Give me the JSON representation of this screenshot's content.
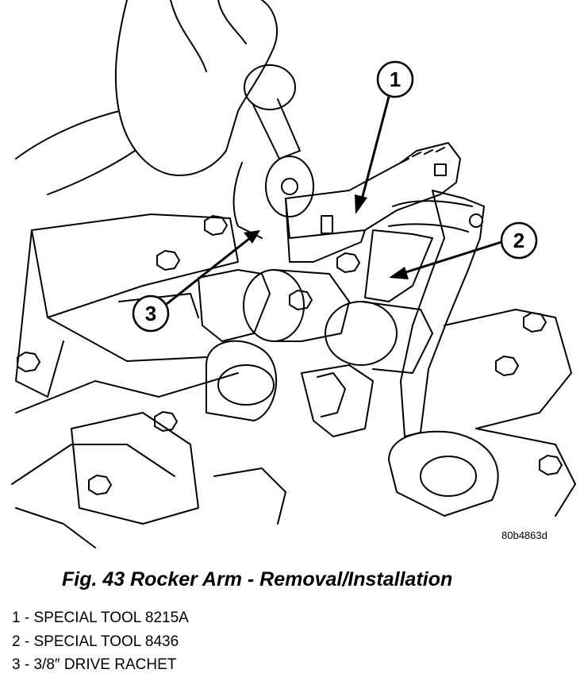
{
  "figure": {
    "image_code": "80b4863d",
    "caption": "Fig. 43 Rocker Arm - Removal/Installation"
  },
  "callouts": [
    {
      "number": "1",
      "label": "SPECIAL TOOL 8215A"
    },
    {
      "number": "2",
      "label": "SPECIAL TOOL 8436"
    },
    {
      "number": "3",
      "label": "3/8″ DRIVE RACHET"
    }
  ],
  "legend_separator": " - "
}
